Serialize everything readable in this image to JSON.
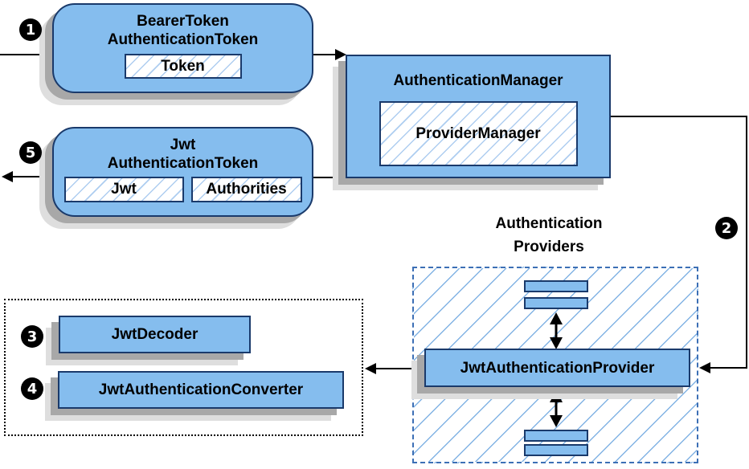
{
  "colors": {
    "box_fill": "#85bdee",
    "box_border": "#1a3a6b",
    "hatch_line": "#aecdf0",
    "hatch_line_strong": "#82b3e4",
    "providers_border": "#3c6fb5",
    "shadow_dark": "#a8a8a8",
    "shadow_light": "#dedede",
    "arrow_color": "#000000",
    "badge_bg": "#000000",
    "badge_text": "#ffffff",
    "text_color": "#000000"
  },
  "nodes": {
    "bearer_token": {
      "title_line1": "BearerToken",
      "title_line2": "AuthenticationToken",
      "field": "Token"
    },
    "authentication_manager": {
      "title": "AuthenticationManager",
      "field": "ProviderManager"
    },
    "jwt_authentication_token": {
      "title_line1": "Jwt",
      "title_line2": "AuthenticationToken",
      "field1": "Jwt",
      "field2": "Authorities"
    },
    "providers_group": {
      "label_line1": "Authentication",
      "label_line2": "Providers",
      "provider": "JwtAuthenticationProvider"
    },
    "converter_group": {
      "decoder": "JwtDecoder",
      "converter": "JwtAuthenticationConverter"
    }
  },
  "steps": {
    "step1": "1",
    "step2": "2",
    "step3": "3",
    "step4": "4",
    "step5": "5"
  }
}
